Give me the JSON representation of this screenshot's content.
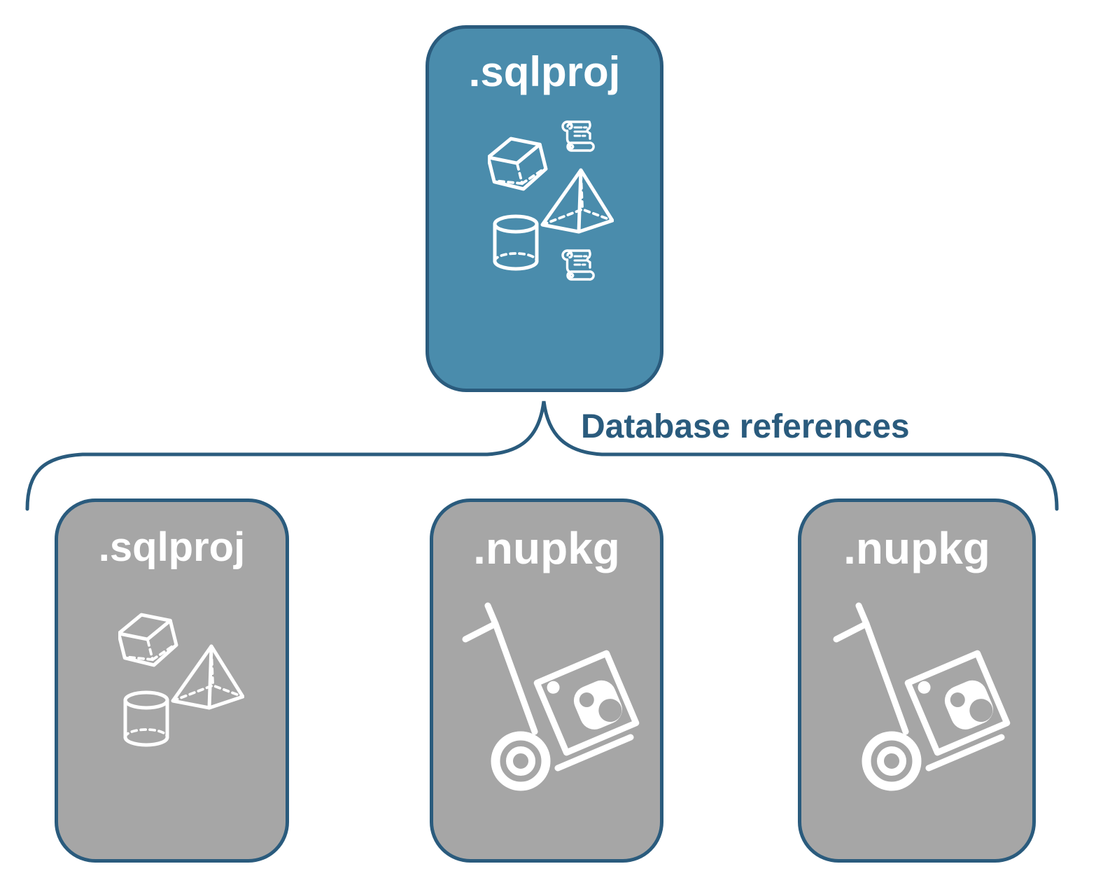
{
  "diagram": {
    "root_card": {
      "title": ".sqlproj",
      "icons": [
        "script-icon",
        "cube-icon",
        "pyramid-icon",
        "cylinder-icon",
        "script-icon"
      ]
    },
    "edge_label": "Database references",
    "children": [
      {
        "title": ".sqlproj",
        "icons": [
          "cube-icon",
          "pyramid-icon",
          "cylinder-icon"
        ]
      },
      {
        "title": ".nupkg",
        "icons": [
          "hand-truck-package-icon"
        ]
      },
      {
        "title": ".nupkg",
        "icons": [
          "hand-truck-package-icon"
        ]
      }
    ],
    "colors": {
      "root_fill": "#4A8CAC",
      "child_fill": "#A6A6A6",
      "outline": "#2A5B7D",
      "icon": "#FFFFFF",
      "label_text": "#2A5B7D",
      "background": "#FFFFFF"
    }
  }
}
